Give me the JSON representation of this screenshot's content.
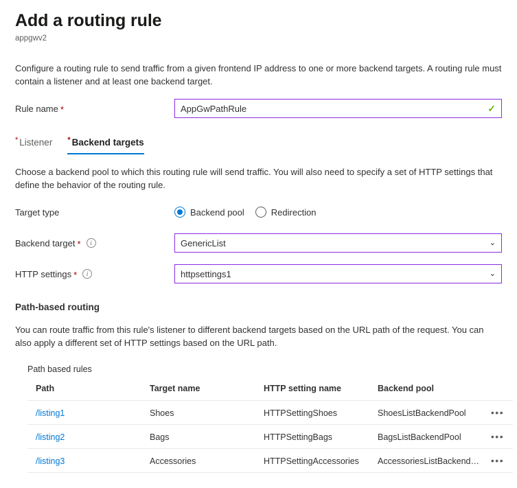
{
  "header": {
    "title": "Add a routing rule",
    "subtitle": "appgwv2"
  },
  "intro": "Configure a routing rule to send traffic from a given frontend IP address to one or more backend targets. A routing rule must contain a listener and at least one backend target.",
  "rule_name": {
    "label": "Rule name",
    "required_marker": "*",
    "value": "AppGwPathRule",
    "validation_icon": "✓"
  },
  "tabs": [
    {
      "label": "Listener",
      "required_marker": "*",
      "active": false
    },
    {
      "label": "Backend targets",
      "required_marker": "*",
      "active": true
    }
  ],
  "tab_description": "Choose a backend pool to which this routing rule will send traffic. You will also need to specify a set of HTTP settings that define the behavior of the routing rule.",
  "target_type": {
    "label": "Target type",
    "options": [
      {
        "label": "Backend pool",
        "selected": true
      },
      {
        "label": "Redirection",
        "selected": false
      }
    ]
  },
  "backend_target": {
    "label": "Backend target",
    "required_marker": "*",
    "info_icon": "i",
    "value": "GenericList",
    "chevron": "⌄"
  },
  "http_settings": {
    "label": "HTTP settings",
    "required_marker": "*",
    "info_icon": "i",
    "value": "httpsettings1",
    "chevron": "⌄"
  },
  "path_based_routing": {
    "heading": "Path-based routing",
    "description": "You can route traffic from this rule's listener to different backend targets based on the URL path of the request. You can also apply a different set of HTTP settings based on the URL path."
  },
  "rules_table": {
    "caption": "Path based rules",
    "columns": [
      "Path",
      "Target name",
      "HTTP setting name",
      "Backend pool",
      ""
    ],
    "rows": [
      {
        "path": "/listing1",
        "target_name": "Shoes",
        "http_setting_name": "HTTPSettingShoes",
        "backend_pool": "ShoesListBackendPool",
        "menu": "•••"
      },
      {
        "path": "/listing2",
        "target_name": "Bags",
        "http_setting_name": "HTTPSettingBags",
        "backend_pool": "BagsListBackendPool",
        "menu": "•••"
      },
      {
        "path": "/listing3",
        "target_name": "Accessories",
        "http_setting_name": "HTTPSettingAccessories",
        "backend_pool": "AccessoriesListBackendP...",
        "menu": "•••"
      }
    ]
  },
  "colors": {
    "accent_blue": "#0078d4",
    "input_border_purple": "#8a2be2",
    "required_red": "#a80000",
    "valid_green": "#6bb700"
  }
}
